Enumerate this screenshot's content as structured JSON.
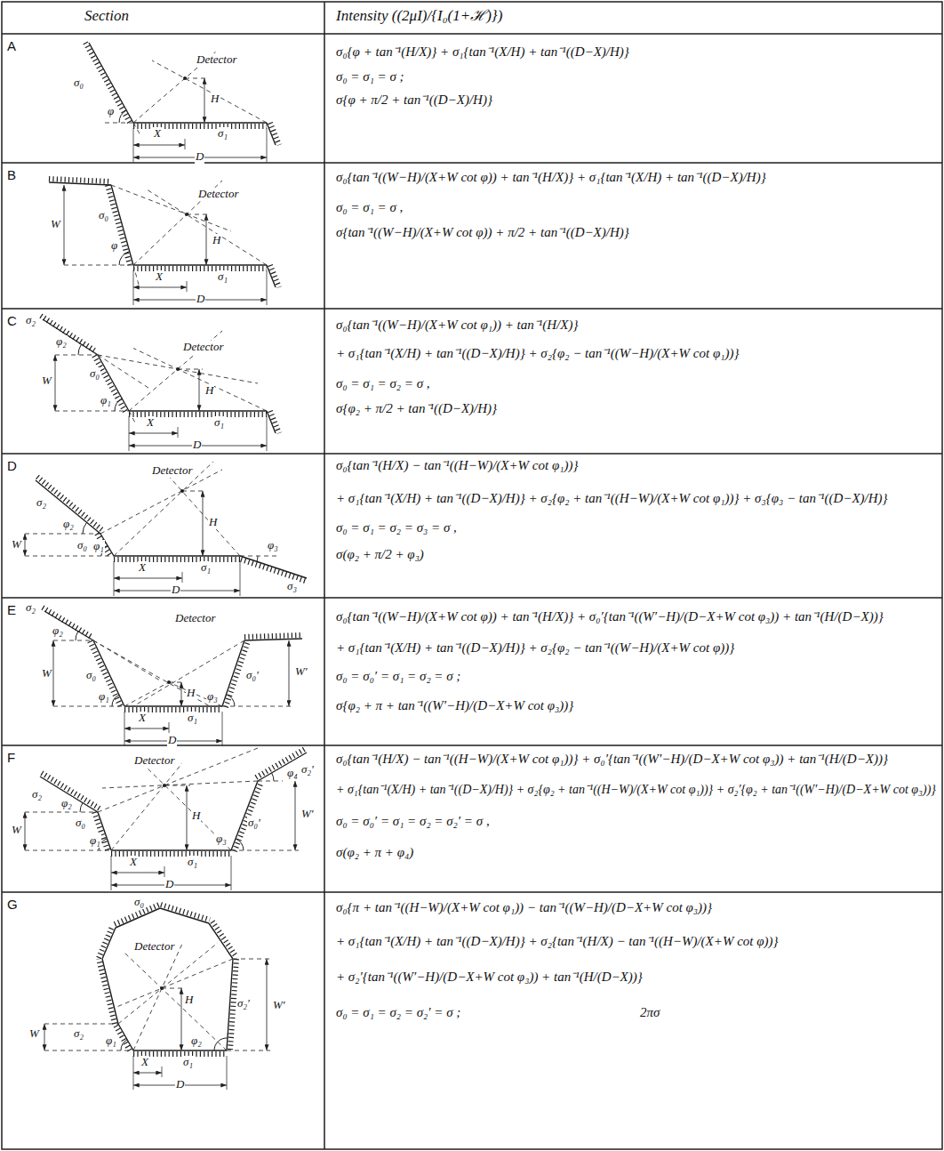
{
  "diagram": {
    "labels": [
      "Section",
      "Intensity ((2μI)/{I₀(1+ℋ)})",
      "A",
      "σ₀",
      "φ",
      "Detector",
      "H",
      "X",
      "σ₁",
      "D",
      "σ₀{φ + tan⁻¹(H/X)} + σ₁{tan⁻¹(X/H) + tan⁻¹((D−X)/H)}",
      "σ₀ = σ₁ = σ ;",
      "σ{φ + π/2 + tan⁻¹((D−X)/H)}",
      "B",
      "W",
      "σ₀",
      "φ",
      "Detector",
      "H",
      "X",
      "σ₁",
      "D",
      "σ₀{tan⁻¹((W−H)/(X+W cot φ)) + tan⁻¹(H/X)} + σ₁{tan⁻¹(X/H) + tan⁻¹((D−X)/H)}",
      "σ₀ = σ₁ = σ ,",
      "σ{tan⁻¹((W−H)/(X+W cot φ)) + π/2 + tan⁻¹((D−X)/H)}",
      "C",
      "σ₂",
      "φ₂",
      "W",
      "σ₀",
      "φ₁",
      "Detector",
      "H",
      "X",
      "σ₁",
      "D",
      "σ₀{tan⁻¹((W−H)/(X+W cot φ₁)) + tan⁻¹(H/X)}",
      "+ σ₁{tan⁻¹(X/H) + tan⁻¹((D−X)/H)} + σ₂{φ₂ − tan⁻¹((W−H)/(X+W cot φ₁))}",
      "σ₀ = σ₁ = σ₂ = σ ,",
      "σ{φ₂ + π/2 + tan⁻¹((D−X)/H)}",
      "D",
      "σ₂",
      "φ₂",
      "Detector",
      "W",
      "σ₀",
      "φ₁",
      "H",
      "X",
      "σ₁",
      "D",
      "φ₃",
      "σ₃",
      "σ₀{tan⁻¹(H/X) − tan⁻¹((H−W)/(X+W cot φ₁))}",
      "+ σ₁{tan⁻¹(X/H) + tan⁻¹((D−X)/H)} + σ₂{φ₂ + tan⁻¹((H−W)/(X+W cot φ₁))} + σ₃{φ₃ − tan⁻¹((D−X)/H)}",
      "σ₀ = σ₁ = σ₂ = σ₃ = σ ,",
      "σ(φ₂ + π/2 + φ₃)",
      "E",
      "σ₂",
      "φ₂",
      "Detector",
      "W",
      "σ₀",
      "φ₁",
      "H",
      "σ₀′",
      "W′",
      "φ₃",
      "X",
      "σ₁",
      "D",
      "σ₀{tan⁻¹((W−H)/(X+W cot φ)) + tan⁻¹(H/X)} + σ₀′{tan⁻¹((W′−H)/(D−X+W cot φ₃)) + tan⁻¹(H/(D−X))}",
      "+ σ₁{tan⁻¹(X/H) + tan⁻¹((D−X)/H)} + σ₂{φ₂ − tan⁻¹((W−H)/(X+W cot φ))}",
      "σ₀ = σ₀′ = σ₁ = σ₂ = σ ;",
      "σ{φ₂ + π + tan⁻¹((W′−H)/(D−X+W cot φ₃))}",
      "F",
      "σ₂",
      "φ₂",
      "Detector",
      "φ₄",
      "σ₂′",
      "W",
      "σ₀",
      "φ₁",
      "H",
      "σ₀′",
      "W′",
      "φ₃",
      "X",
      "σ₁",
      "D",
      "σ₀{tan⁻¹(H/X) − tan⁻¹((H−W)/(X+W cot φ₁))} + σ₀′{tan⁻¹((W′−H)/(D−X+W cot φ₃)) + tan⁻¹(H/(D−X))}",
      "+ σ₁{tan⁻¹(X/H) + tan⁻¹((D−X)/H)} + σ₂{φ₂ + tan⁻¹((H−W)/(X+W cot φ₁))} + σ₂′{φ₂ + tan⁻¹((W′−H)/(D−X+W cot φ₃))}",
      "σ₀ = σ₀′ = σ₁ = σ₂ = σ₂′ = σ ,",
      "σ(φ₂ + π + φ₄)",
      "G",
      "σ₀",
      "Detector",
      "σ₂′",
      "W′",
      "W",
      "σ₂",
      "φ₁",
      "H",
      "φ₂",
      "X",
      "σ₁",
      "D",
      "σ₀{π + tan⁻¹((H−W)/(X+W cot φ₁)) − tan⁻¹((W−H)/(D−X+W cot φ₃))}",
      "+ σ₁{tan⁻¹(X/H) + tan⁻¹((D−X)/H)} + σ₂{tan⁻¹(H/X) − tan⁻¹((H−W)/(X+W cot φ))}",
      "+ σ₂′{tan⁻¹((W′−H)/(D−X+W cot φ₃)) + tan⁻¹(H/(D−X))}",
      "σ₀ = σ₁ = σ₂ = σ₂′ = σ ;",
      "2πσ"
    ]
  }
}
